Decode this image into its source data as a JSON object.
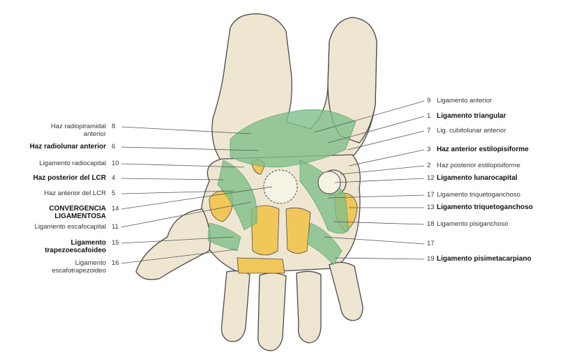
{
  "colors": {
    "bone": "#efe6d2",
    "bone_outline": "#4a4a4a",
    "cartilage": "#f2c75a",
    "ligament": "#7fbf8a",
    "ligament_dark": "#4e9a62",
    "leader": "#555555"
  },
  "left_labels": [
    {
      "num": "8",
      "text": "Haz radiopiramidal\nanterior",
      "bold": false
    },
    {
      "num": "6",
      "text": "Haz radiolunar anterior",
      "bold": true
    },
    {
      "num": "10",
      "text": "Ligamento radiocapital",
      "bold": false
    },
    {
      "num": "4",
      "text": "Haz posterior del LCR",
      "bold": true
    },
    {
      "num": "5",
      "text": "Haz anterior del LCR",
      "bold": false
    },
    {
      "num": "14",
      "text": "CONVERGENCIA\nLIGAMENTOSA",
      "bold": true
    },
    {
      "num": "11",
      "text": "Ligamento escafocapital",
      "bold": false
    },
    {
      "num": "15",
      "text": "Ligamento\ntrapezoescafoideo",
      "bold": true
    },
    {
      "num": "16",
      "text": "Ligamento\nescafotrapezoideo",
      "bold": false
    }
  ],
  "right_labels": [
    {
      "num": "9",
      "text": "Ligamento anterior",
      "bold": false
    },
    {
      "num": "1",
      "text": "Ligamento triangular",
      "bold": true
    },
    {
      "num": "7",
      "text": "Lig. cubitolunar anterior",
      "bold": false
    },
    {
      "num": "3",
      "text": "Haz anterior estilopisiforme",
      "bold": true
    },
    {
      "num": "2",
      "text": "Haz posterior estilopisiforme",
      "bold": false
    },
    {
      "num": "12",
      "text": "Ligamento lunarocapital",
      "bold": true
    },
    {
      "num": "17",
      "text": "Ligamento triquetoganchoso",
      "bold": false
    },
    {
      "num": "13",
      "text": "Ligamento triquetoganchoso",
      "bold": true
    },
    {
      "num": "18",
      "text": "Ligamento pisiganchoso",
      "bold": false
    },
    {
      "num": "17",
      "text": "",
      "bold": false
    },
    {
      "num": "19",
      "text": "Ligamento pisimetacarpiano",
      "bold": true
    }
  ]
}
